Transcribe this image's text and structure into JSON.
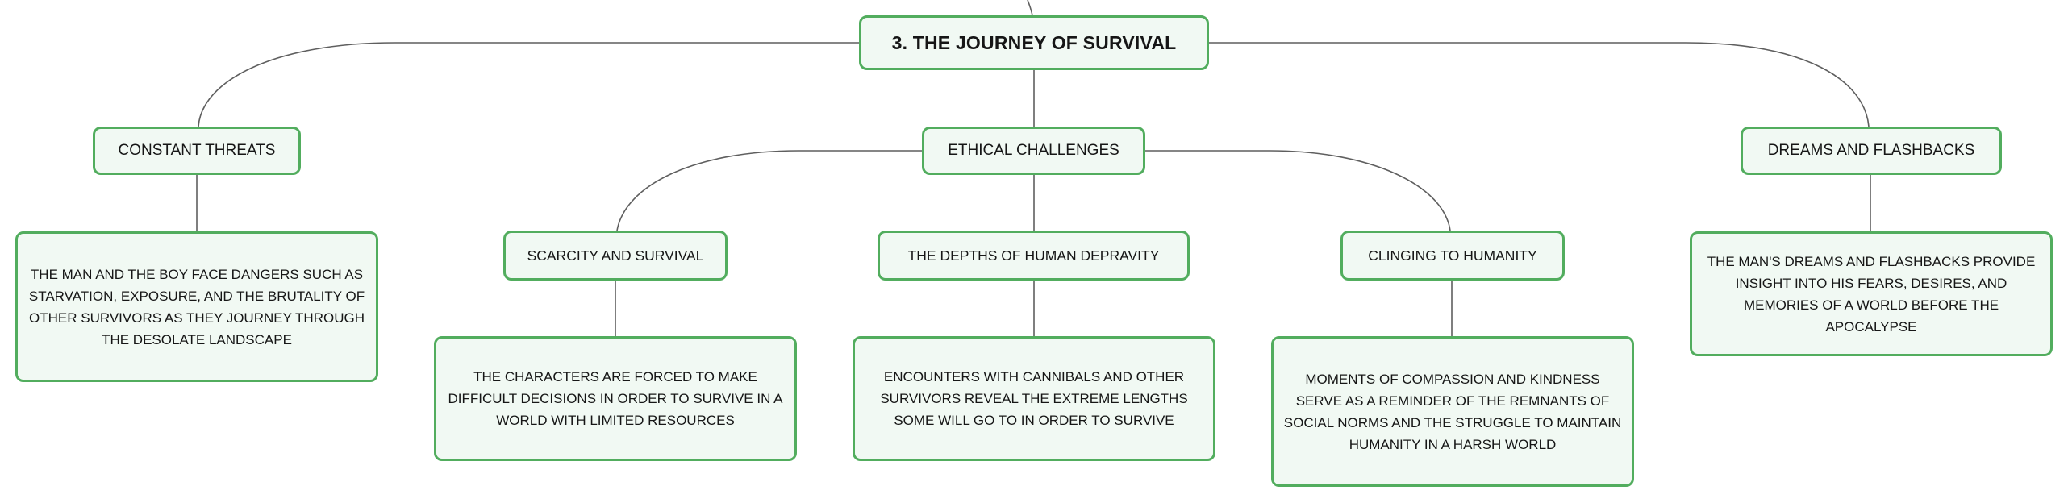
{
  "root": {
    "label": "3. THE JOURNEY OF SURVIVAL"
  },
  "branches": [
    {
      "label": "CONSTANT THREATS",
      "detail": "THE MAN AND THE BOY FACE DANGERS SUCH AS STARVATION, EXPOSURE, AND THE BRUTALITY OF OTHER SURVIVORS AS THEY JOURNEY THROUGH THE DESOLATE LANDSCAPE"
    },
    {
      "label": "ETHICAL CHALLENGES",
      "children": [
        {
          "label": "SCARCITY AND SURVIVAL",
          "detail": "THE CHARACTERS ARE FORCED TO MAKE DIFFICULT DECISIONS IN ORDER TO SURVIVE IN A WORLD WITH LIMITED RESOURCES"
        },
        {
          "label": "THE DEPTHS OF HUMAN DEPRAVITY",
          "detail": "ENCOUNTERS WITH CANNIBALS AND OTHER SURVIVORS REVEAL THE EXTREME LENGTHS SOME WILL GO TO IN ORDER TO SURVIVE"
        },
        {
          "label": "CLINGING TO HUMANITY",
          "detail": "MOMENTS OF COMPASSION AND KINDNESS SERVE AS A REMINDER OF THE REMNANTS OF SOCIAL NORMS AND THE STRUGGLE TO MAINTAIN HUMANITY IN A HARSH WORLD"
        }
      ]
    },
    {
      "label": "DREAMS AND FLASHBACKS",
      "detail": "THE MAN'S DREAMS AND FLASHBACKS PROVIDE INSIGHT INTO HIS FEARS, DESIRES, AND MEMORIES OF A WORLD BEFORE THE APOCALYPSE"
    }
  ],
  "colors": {
    "node_border": "#52ad5e",
    "node_fill": "#f1f9f3",
    "connector": "#5f5f5f"
  }
}
